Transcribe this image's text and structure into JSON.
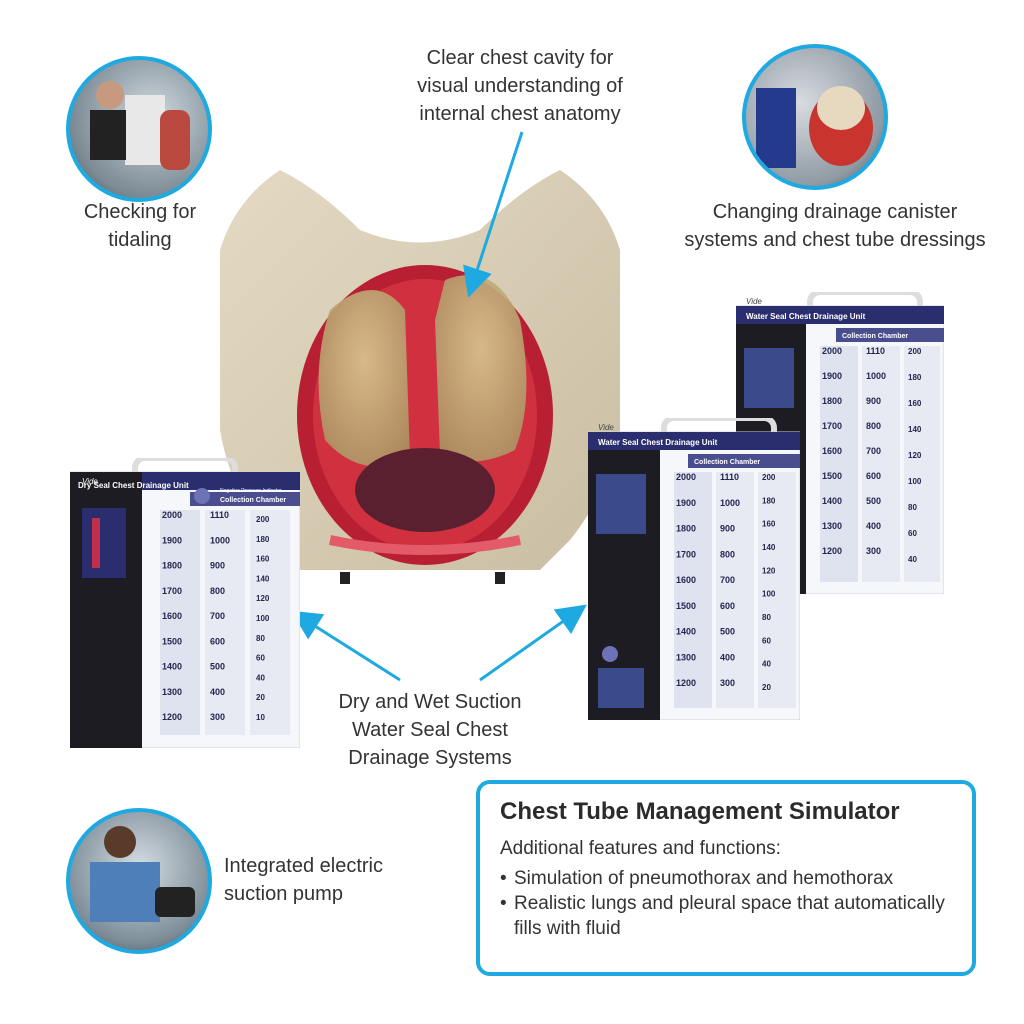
{
  "captions": {
    "clear_cavity": [
      "Clear chest cavity for",
      "visual understanding of",
      "internal chest anatomy"
    ],
    "tidaling": [
      "Checking for",
      "tidaling"
    ],
    "changing": [
      "Changing drainage canister",
      "systems and chest tube dressings"
    ],
    "drainage_systems": [
      "Dry and Wet Suction",
      "Water Seal Chest",
      "Drainage Systems"
    ],
    "pump": [
      "Integrated electric",
      "suction pump"
    ]
  },
  "feature_box": {
    "title": "Chest Tube Management Simulator",
    "subtitle": "Additional features and functions:",
    "bullets": [
      "Simulation of pneumothorax and hemothorax",
      "Realistic lungs and pleural space that automatically fills with fluid"
    ]
  },
  "units": {
    "dry": {
      "brand": "Vide",
      "title": "Dry Seal Chest Drainage Unit",
      "chamber": "Collection Chamber",
      "indicator": "Negative Pressure Indicator",
      "left_col": [
        "2000",
        "1900",
        "1800",
        "1700",
        "1600",
        "1500",
        "1400",
        "1300",
        "1200"
      ],
      "mid_col": [
        "1110",
        "1000",
        "900",
        "800",
        "700",
        "600",
        "500",
        "400",
        "300"
      ],
      "right_col": [
        "200",
        "180",
        "160",
        "140",
        "120",
        "100",
        "80",
        "60",
        "40",
        "20",
        "10"
      ]
    },
    "wet_front": {
      "brand": "Vide",
      "title": "Water Seal Chest Drainage Unit",
      "chamber": "Collection Chamber",
      "left_col": [
        "2000",
        "1900",
        "1800",
        "1700",
        "1600",
        "1500",
        "1400",
        "1300",
        "1200"
      ],
      "mid_col": [
        "1110",
        "1000",
        "900",
        "800",
        "700",
        "600",
        "500",
        "400",
        "300"
      ],
      "right_col": [
        "200",
        "180",
        "160",
        "140",
        "120",
        "100",
        "80",
        "60",
        "40",
        "20"
      ]
    },
    "wet_back": {
      "brand": "Vide",
      "title": "Water Seal Chest Drainage Unit",
      "chamber": "Collection Chamber",
      "left_col": [
        "2000",
        "1900",
        "1800",
        "1700",
        "1600",
        "1500",
        "1400",
        "1300",
        "1200"
      ],
      "mid_col": [
        "1110",
        "1000",
        "900",
        "800",
        "700",
        "600",
        "500",
        "400",
        "300"
      ],
      "right_col": [
        "200",
        "180",
        "160",
        "140",
        "120",
        "100",
        "80",
        "60",
        "40"
      ]
    }
  },
  "colors": {
    "accent": "#1fa9e1",
    "chest_red": "#c8283a",
    "skin": "#d9cfb8"
  }
}
